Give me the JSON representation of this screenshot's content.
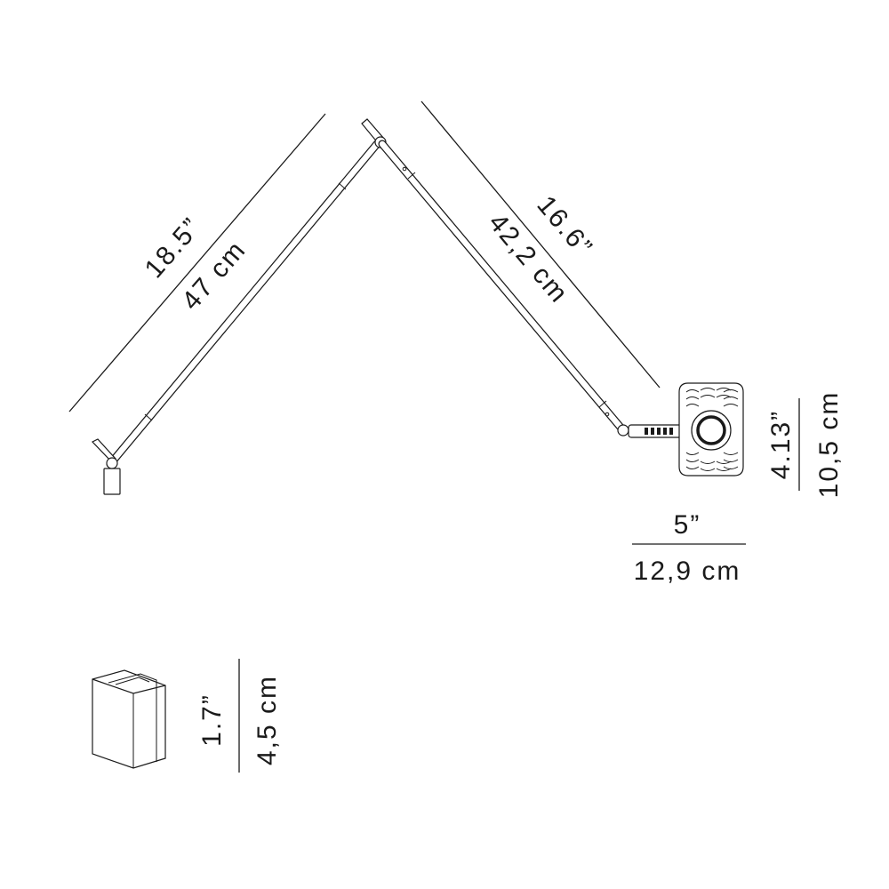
{
  "dimensions": {
    "arm_lower": {
      "inches": "18.5”",
      "cm": "47 cm"
    },
    "arm_upper": {
      "inches": "16.6”",
      "cm": "42,2 cm"
    },
    "head_height": {
      "inches": "4.13”",
      "cm": "10,5 cm"
    },
    "head_width": {
      "inches": "5”",
      "cm": "12,9 cm"
    },
    "clamp_height": {
      "inches": "1.7”",
      "cm": "4,5 cm"
    }
  }
}
